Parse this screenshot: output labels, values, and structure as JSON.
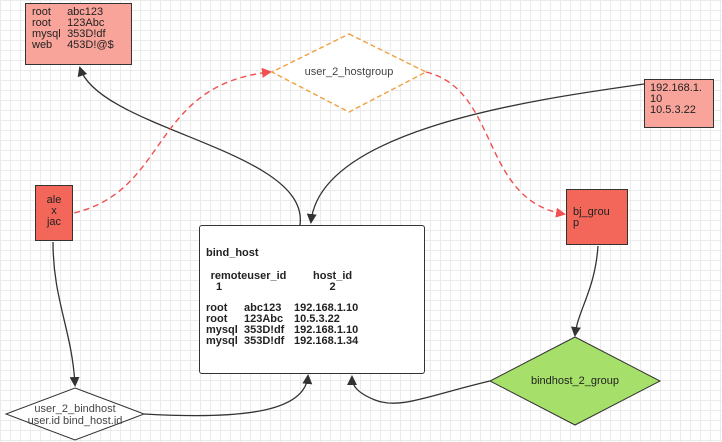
{
  "users_box": {
    "rows": [
      {
        "user": "root",
        "password": "abc123"
      },
      {
        "user": "root",
        "password": "123Abc"
      },
      {
        "user": "mysql",
        "password": "353D!df"
      },
      {
        "user": "web",
        "password": "453D!@$"
      }
    ]
  },
  "hosts_box": {
    "lines": [
      "192.168.1.",
      "10",
      "10.5.3.22"
    ]
  },
  "people_box": {
    "lines": [
      "ale",
      "x",
      "jac"
    ]
  },
  "bj_group_box": {
    "lines": [
      "bj_grou",
      "p"
    ]
  },
  "user_2_hostgroup": {
    "label": "user_2_hostgroup"
  },
  "bind_host": {
    "title": "bind_host",
    "col1_header": "remoteuser_id",
    "col1_value": "1",
    "col2_header": "host_id",
    "col2_value": "2",
    "rows": [
      {
        "user": "root",
        "password": "abc123",
        "ip": "192.168.1.10"
      },
      {
        "user": "root",
        "password": "123Abc",
        "ip": "10.5.3.22"
      },
      {
        "user": "mysql",
        "password": "353D!df",
        "ip": "192.168.1.10"
      },
      {
        "user": "mysql",
        "password": "353D!df",
        "ip": "192.168.1.34"
      }
    ]
  },
  "bindhost_2_group": {
    "label": "bindhost_2_group"
  },
  "user_2_bindhost": {
    "line1": "user_2_bindhost",
    "line2": "user.id   bind_host.id"
  },
  "colors": {
    "light_red": "#f8a49a",
    "red": "#f2675a",
    "green": "#a6e06a",
    "orange": "#f0a040",
    "dashed_red": "#f05050"
  }
}
